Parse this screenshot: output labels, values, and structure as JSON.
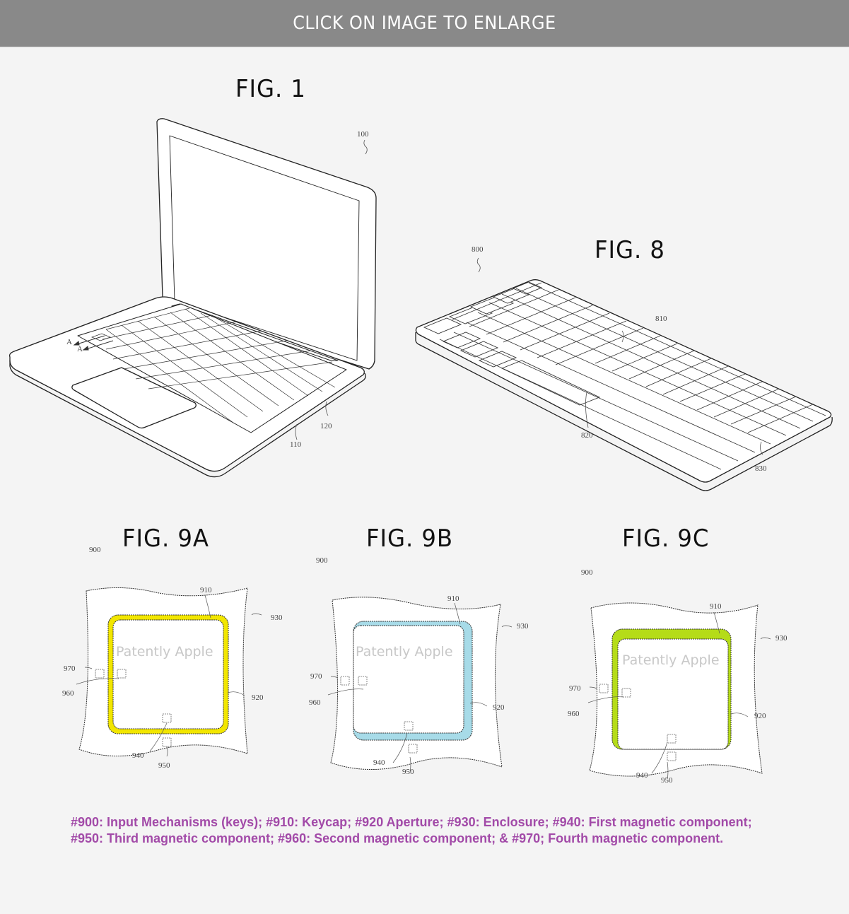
{
  "banner": {
    "label": "CLICK ON IMAGE TO ENLARGE"
  },
  "figures": {
    "fig1": {
      "title": "FIG. 1",
      "refs": {
        "device": "100",
        "keyboard": "110",
        "key": "120",
        "section_a1": "A",
        "section_a2": "A"
      }
    },
    "fig8": {
      "title": "FIG. 8",
      "refs": {
        "device": "800",
        "key": "810",
        "space": "820",
        "enclosure": "830"
      }
    },
    "fig9a": {
      "title": "FIG. 9A",
      "ring_color": "#f2e600",
      "watermark": "Patently Apple",
      "refs": {
        "device": "900",
        "keycap": "910",
        "enclosure": "930",
        "fourth": "970",
        "second": "960",
        "aperture": "920",
        "first": "940",
        "third": "950"
      }
    },
    "fig9b": {
      "title": "FIG. 9B",
      "ring_color": "#a7dbe8",
      "watermark": "Patently Apple",
      "refs": {
        "device": "900",
        "keycap": "910",
        "enclosure": "930",
        "fourth": "970",
        "second": "960",
        "aperture": "920",
        "first": "940",
        "third": "950"
      }
    },
    "fig9c": {
      "title": "FIG. 9C",
      "ring_color": "#b5dc18",
      "watermark": "Patently Apple",
      "refs": {
        "device": "900",
        "keycap": "910",
        "enclosure": "930",
        "fourth": "970",
        "second": "960",
        "aperture": "920",
        "first": "940",
        "third": "950"
      }
    }
  },
  "caption": {
    "text": "#900: Input Mechanisms (keys); #910: Keycap; #920 Aperture; #930: Enclosure; #940: First magnetic component; #950: Third magnetic component; #960: Second magnetic component; & #970; Fourth magnetic component.",
    "color": "#a24aa8"
  }
}
